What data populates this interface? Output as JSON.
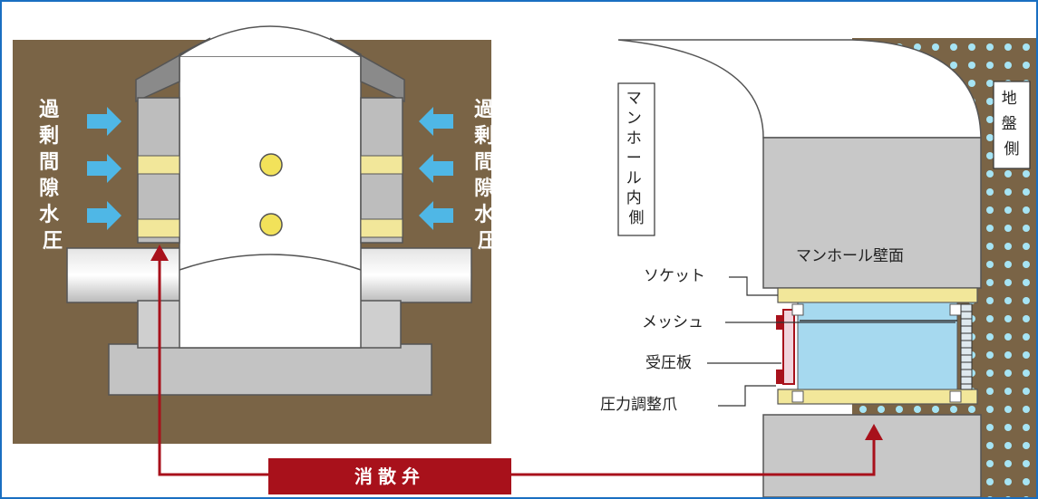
{
  "left_diagram": {
    "pressure_label_left": [
      "過",
      "剰",
      "間",
      "隙",
      "水",
      "圧"
    ],
    "pressure_label_right": [
      "過",
      "剰",
      "間",
      "隙",
      "水",
      "圧"
    ]
  },
  "right_diagram": {
    "inside_label": [
      "マ",
      "ン",
      "ホ",
      "ー",
      "ル",
      "内",
      "側"
    ],
    "ground_side_label": [
      "地",
      "盤",
      "側"
    ],
    "wall_label": "マンホール壁面",
    "callouts": {
      "socket": "ソケット",
      "mesh": "メッシュ",
      "pressure_plate": "受圧板",
      "pressure_claw": "圧力調整爪"
    }
  },
  "valve_label": "消散弁",
  "colors": {
    "soil": "#7a6446",
    "structure_gray": "#c8c8c8",
    "seal_yellow": "#f2e79a",
    "water_blue": "#a6d9ef",
    "callout_red": "#a8111b",
    "frame_blue": "#1a6fc1"
  }
}
